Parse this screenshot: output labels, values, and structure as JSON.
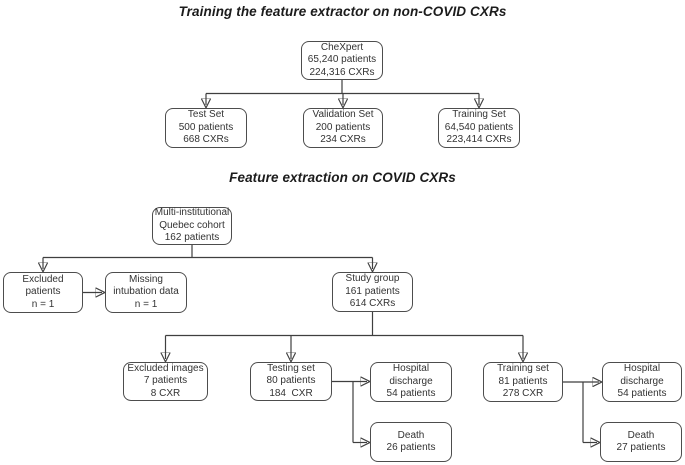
{
  "titles": {
    "section1": "Training the feature extractor on non-COVID CXRs",
    "section2": "Feature extraction on COVID CXRs"
  },
  "nodes": {
    "chexpert": {
      "lines": [
        "CheXpert",
        "65,240 patients",
        "224,316 CXRs"
      ]
    },
    "test_set": {
      "lines": [
        "Test Set",
        "500 patients",
        "668 CXRs"
      ]
    },
    "validation_set": {
      "lines": [
        "Validation Set",
        "200 patients",
        "234 CXRs"
      ]
    },
    "training_set": {
      "lines": [
        "Training Set",
        "64,540 patients",
        "223,414 CXRs"
      ]
    },
    "quebec_cohort": {
      "lines": [
        "Multi-institutional",
        "Quebec cohort",
        "162 patients"
      ]
    },
    "excluded_patients": {
      "lines": [
        "Excluded",
        "patients",
        "n = 1"
      ]
    },
    "missing_intubation": {
      "lines": [
        "Missing",
        "intubation data",
        "n = 1"
      ]
    },
    "study_group": {
      "lines": [
        "Study group",
        "161 patients",
        "614 CXRs"
      ]
    },
    "excluded_images": {
      "lines": [
        "Excluded images",
        "7 patients",
        "8 CXR"
      ]
    },
    "testing_set": {
      "lines": [
        "Testing set",
        "80 patients",
        "184  CXR"
      ]
    },
    "hospital_discharge_testing": {
      "lines": [
        "Hospital",
        "discharge",
        "54 patients"
      ]
    },
    "death_testing": {
      "lines": [
        "Death",
        "26 patients"
      ]
    },
    "training_set_covid": {
      "lines": [
        "Training set",
        "81 patients",
        "278 CXR"
      ]
    },
    "hospital_discharge_training": {
      "lines": [
        "Hospital",
        "discharge",
        "54 patients"
      ]
    },
    "death_training": {
      "lines": [
        "Death",
        "27 patients"
      ]
    }
  },
  "colors": {
    "line": "#3f3f3f",
    "box_border": "#4d4d4d",
    "text": "#333333",
    "title": "#1c1c1c",
    "background": "#ffffff"
  }
}
